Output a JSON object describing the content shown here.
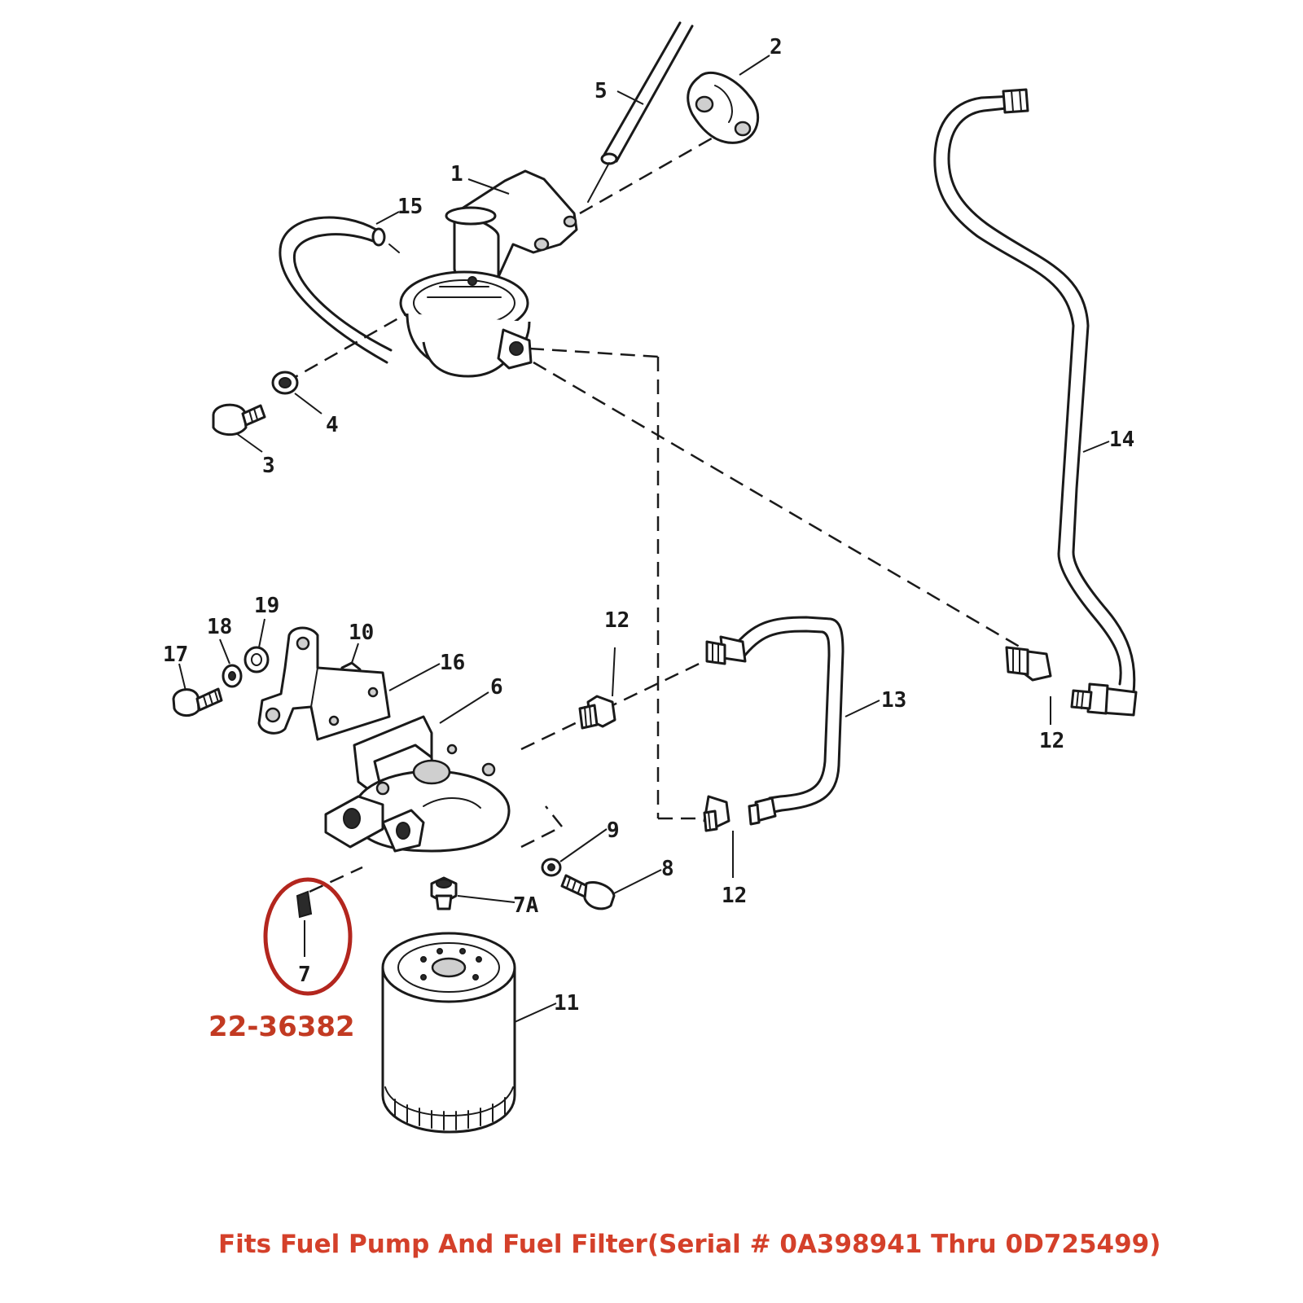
{
  "diagram": {
    "caption": "Fits Fuel Pump And Fuel Filter(Serial # 0A398941 Thru 0D725499)",
    "highlighted_part_number": "22-36382",
    "highlight_color": "#b3261e",
    "caption_color": "#d4402a",
    "callouts": {
      "c1": "1",
      "c2": "2",
      "c3": "3",
      "c4": "4",
      "c5": "5",
      "c6": "6",
      "c7": "7",
      "c7a": "7A",
      "c8": "8",
      "c9": "9",
      "c10": "10",
      "c11": "11",
      "c12a": "12",
      "c12b": "12",
      "c12c": "12",
      "c13": "13",
      "c14": "14",
      "c15": "15",
      "c16": "16",
      "c17": "17",
      "c18": "18",
      "c19": "19"
    }
  }
}
